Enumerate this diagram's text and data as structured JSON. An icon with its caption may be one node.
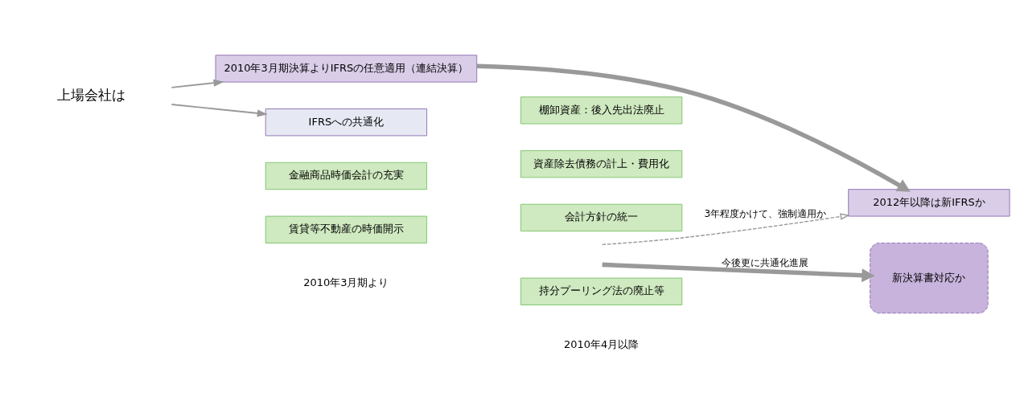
{
  "diagram": {
    "nodes": [
      {
        "text": [
          "上場会社は"
        ]
      },
      {
        "text": [
          "2010年3月期決算よりIFRSの任意適用（連結決算）"
        ]
      },
      {
        "text": [
          "IFRSへの共通化"
        ]
      },
      {
        "text": [
          "2012年以降は新IFRSか"
        ]
      },
      {
        "text": [
          "金融商品時価会計の充実"
        ]
      },
      {
        "text": [
          "賃貸等不動産の時価開示"
        ]
      },
      {
        "text": [
          "棚卸資産：後入先出法廃止"
        ]
      },
      {
        "text": [
          "資産除去債務の計上・費用化"
        ]
      },
      {
        "text": [
          "会計方針の統一"
        ]
      },
      {
        "text": [
          "持分プーリング法の廃止等"
        ]
      },
      {
        "text": [
          "新決算書対応か"
        ]
      }
    ],
    "edges": [
      {
        "from": 0,
        "to": 1,
        "arrow": "to"
      },
      {
        "from": 0,
        "to": 2,
        "arrow": "to"
      },
      {
        "from": 1,
        "to": 3,
        "arrow": "to",
        "style": "thick"
      },
      {
        "from": null,
        "to": 3,
        "arrow": "to",
        "style": "dashed",
        "label": "3年程度かけて、強制適用か"
      },
      {
        "from": null,
        "to": 10,
        "arrow": "to",
        "style": "thick",
        "label": "今後更に共通化進展"
      }
    ],
    "labels": [
      "2010年3月期より",
      "2010年4月以降"
    ]
  }
}
